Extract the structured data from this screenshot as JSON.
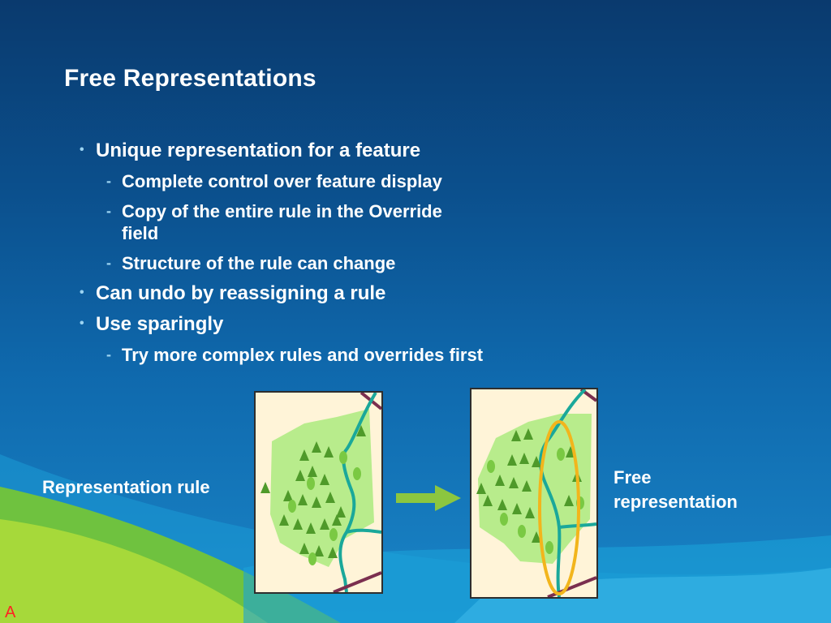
{
  "slide": {
    "title": "Free Representations",
    "bullets": [
      {
        "text": "Unique representation for a feature",
        "sub": [
          "Complete control over feature display",
          "Copy of the entire rule in the Override field",
          "Structure of the rule can change"
        ]
      },
      {
        "text": "Can undo by reassigning a rule",
        "sub": []
      },
      {
        "text": "Use sparingly",
        "sub": [
          "Try more complex rules and overrides first"
        ]
      }
    ],
    "caption_left": "Representation rule",
    "caption_right": "Free representation",
    "corner_mark": "A"
  },
  "colors": {
    "title": "#ffffff",
    "bullet_marker": "#9cd4f2",
    "arrow": "#8cc63f",
    "forest": "#b8ec8c",
    "stream": "#1aa89a",
    "road": "#7b2f4f",
    "highlight_ellipse": "#f2b51c"
  }
}
